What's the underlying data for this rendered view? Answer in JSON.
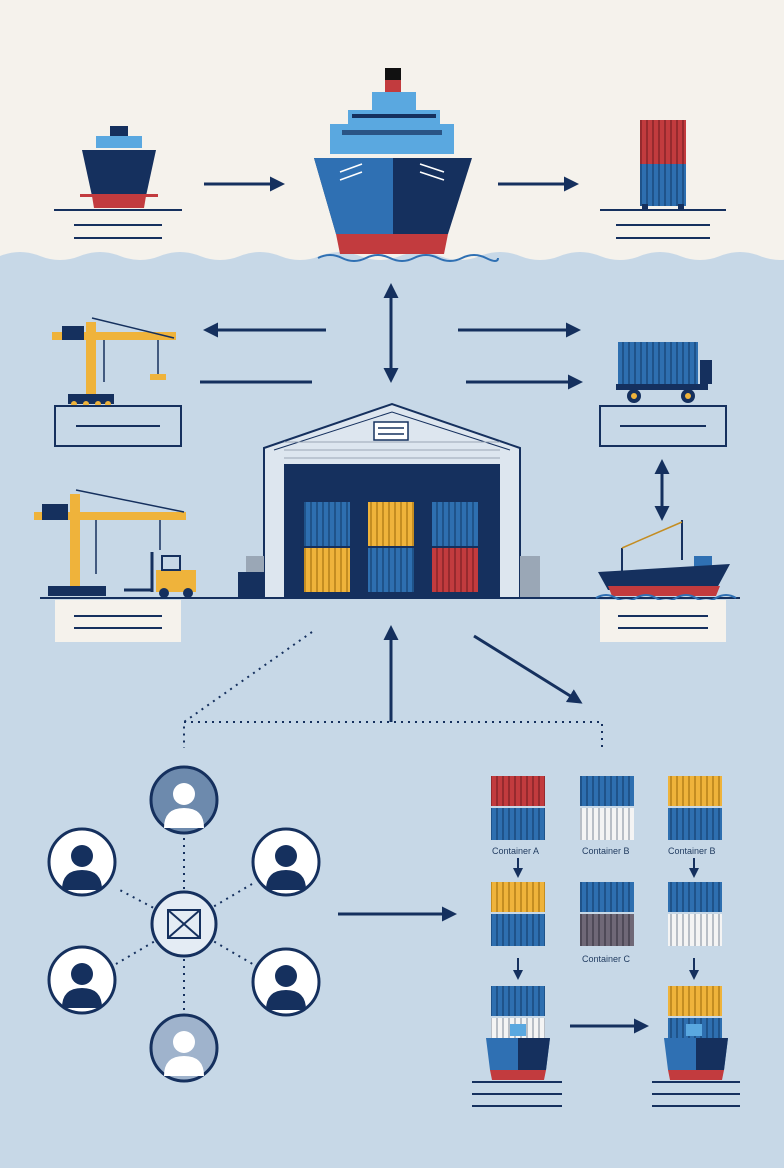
{
  "colors": {
    "sky": "#f5f2ec",
    "water": "#c7d8e7",
    "navy": "#15305e",
    "blue": "#2f70b3",
    "light_blue": "#5aa8e0",
    "red": "#c23b3e",
    "yellow": "#efb33b",
    "white": "#ffffff",
    "gray": "#9aa7b6"
  },
  "icons": [
    "cargo-ship-icon",
    "container-stack-icon",
    "port-crane-icon",
    "truck-trailer-icon",
    "warehouse-icon",
    "forklift-icon",
    "tugboat-icon",
    "person-avatar-icon",
    "network-hub-icon"
  ],
  "containers": {
    "a_label": "Container A",
    "b_label": "Container B",
    "c_label": "Container C",
    "b2_label": "Container B"
  }
}
